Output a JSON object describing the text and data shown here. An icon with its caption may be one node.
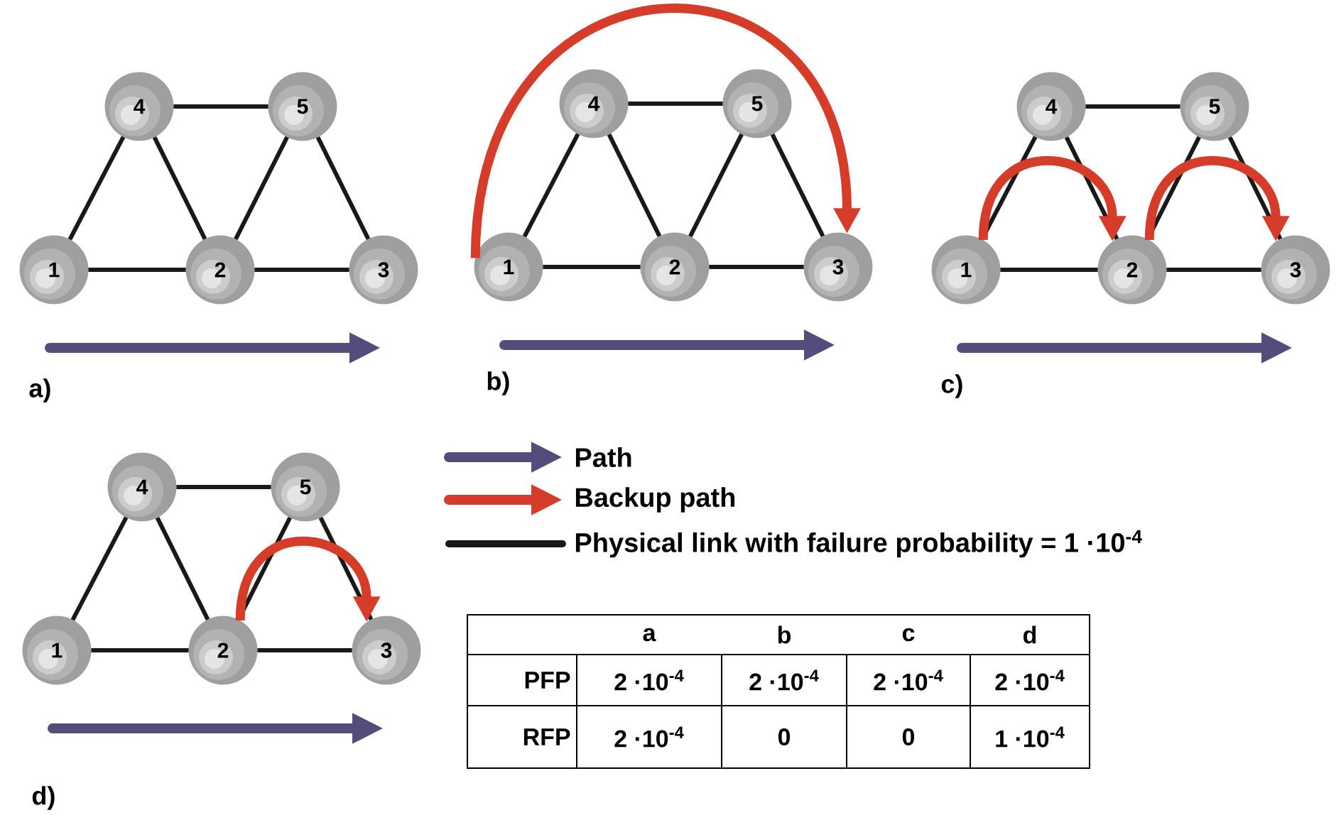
{
  "diagram": {
    "nodes": [
      {
        "text": [
          "4"
        ]
      },
      {
        "text": [
          "5"
        ]
      },
      {
        "text": [
          "1"
        ]
      },
      {
        "text": [
          "2"
        ]
      },
      {
        "text": [
          "3"
        ]
      },
      {
        "text": [
          "4"
        ]
      },
      {
        "text": [
          "5"
        ]
      },
      {
        "text": [
          "1"
        ]
      },
      {
        "text": [
          "2"
        ]
      },
      {
        "text": [
          "3"
        ]
      },
      {
        "text": [
          "4"
        ]
      },
      {
        "text": [
          "5"
        ]
      },
      {
        "text": [
          "1"
        ]
      },
      {
        "text": [
          "2"
        ]
      },
      {
        "text": [
          "3"
        ]
      },
      {
        "text": [
          "4"
        ]
      },
      {
        "text": [
          "5"
        ]
      },
      {
        "text": [
          "1"
        ]
      },
      {
        "text": [
          "2"
        ]
      },
      {
        "text": [
          "3"
        ]
      }
    ],
    "edges": [
      {
        "from": 2,
        "to": 3,
        "arrow": "none"
      },
      {
        "from": 3,
        "to": 4,
        "arrow": "none"
      },
      {
        "from": 0,
        "to": 1,
        "arrow": "none"
      },
      {
        "from": 2,
        "to": 0,
        "arrow": "none"
      },
      {
        "from": 0,
        "to": 3,
        "arrow": "none"
      },
      {
        "from": 3,
        "to": 1,
        "arrow": "none"
      },
      {
        "from": 1,
        "to": 4,
        "arrow": "none"
      },
      {
        "from": 7,
        "to": 8,
        "arrow": "none"
      },
      {
        "from": 8,
        "to": 9,
        "arrow": "none"
      },
      {
        "from": 5,
        "to": 6,
        "arrow": "none"
      },
      {
        "from": 7,
        "to": 5,
        "arrow": "none"
      },
      {
        "from": 5,
        "to": 8,
        "arrow": "none"
      },
      {
        "from": 8,
        "to": 6,
        "arrow": "none"
      },
      {
        "from": 6,
        "to": 9,
        "arrow": "none"
      },
      {
        "from": 12,
        "to": 13,
        "arrow": "none"
      },
      {
        "from": 13,
        "to": 14,
        "arrow": "none"
      },
      {
        "from": 10,
        "to": 11,
        "arrow": "none"
      },
      {
        "from": 12,
        "to": 10,
        "arrow": "none"
      },
      {
        "from": 10,
        "to": 13,
        "arrow": "none"
      },
      {
        "from": 13,
        "to": 11,
        "arrow": "none"
      },
      {
        "from": 11,
        "to": 14,
        "arrow": "none"
      },
      {
        "from": 17,
        "to": 18,
        "arrow": "none"
      },
      {
        "from": 18,
        "to": 19,
        "arrow": "none"
      },
      {
        "from": 15,
        "to": 16,
        "arrow": "none"
      },
      {
        "from": 17,
        "to": 15,
        "arrow": "none"
      },
      {
        "from": 15,
        "to": 18,
        "arrow": "none"
      },
      {
        "from": 18,
        "to": 16,
        "arrow": "none"
      },
      {
        "from": 16,
        "to": 19,
        "arrow": "none"
      },
      {
        "from": 7,
        "to": 9,
        "arrow": "to",
        "style": "thick",
        "color": "#d63c2a"
      },
      {
        "from": 12,
        "to": 13,
        "arrow": "to",
        "style": "thick",
        "color": "#d63c2a"
      },
      {
        "from": 13,
        "to": 14,
        "arrow": "to",
        "style": "thick",
        "color": "#d63c2a"
      },
      {
        "from": 18,
        "to": 19,
        "arrow": "to",
        "style": "thick",
        "color": "#d63c2a"
      }
    ],
    "labels": [
      "a)",
      "b)",
      "c)",
      "a",
      "b",
      "c",
      "d",
      "PFP",
      "2 ·10$^{-4}$",
      "2 ·10$^{-4}$",
      "2 ·10$^{-4}$",
      "2 ·10$^{-4}$",
      "RFP",
      "2 ·10$^{-4}$",
      "0",
      "0",
      "1 ·10$^{-4}$",
      "d)"
    ],
    "legend": [
      {
        "text": "Path"
      },
      {
        "text": "Backup path"
      },
      {
        "text": "Physical link with failure probability = 1 ·10$^{-4}$"
      }
    ]
  }
}
